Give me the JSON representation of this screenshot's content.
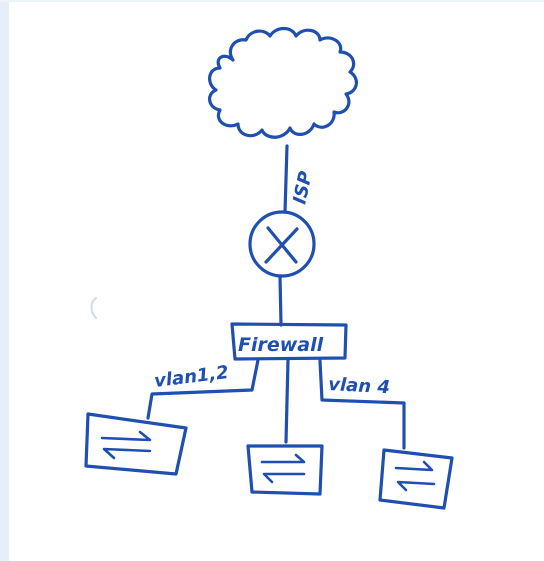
{
  "diagram": {
    "labels": {
      "isp": "ISP",
      "firewall": "Firewall",
      "vlan_left": "vlan1,2",
      "vlan_right": "vlan 4"
    }
  },
  "colors": {
    "ink": "#1f4fb0",
    "background": "#ffffff"
  },
  "icons": {
    "cloud": "cloud-icon",
    "router": "router-x-icon",
    "switch": "switch-arrows-icon"
  }
}
